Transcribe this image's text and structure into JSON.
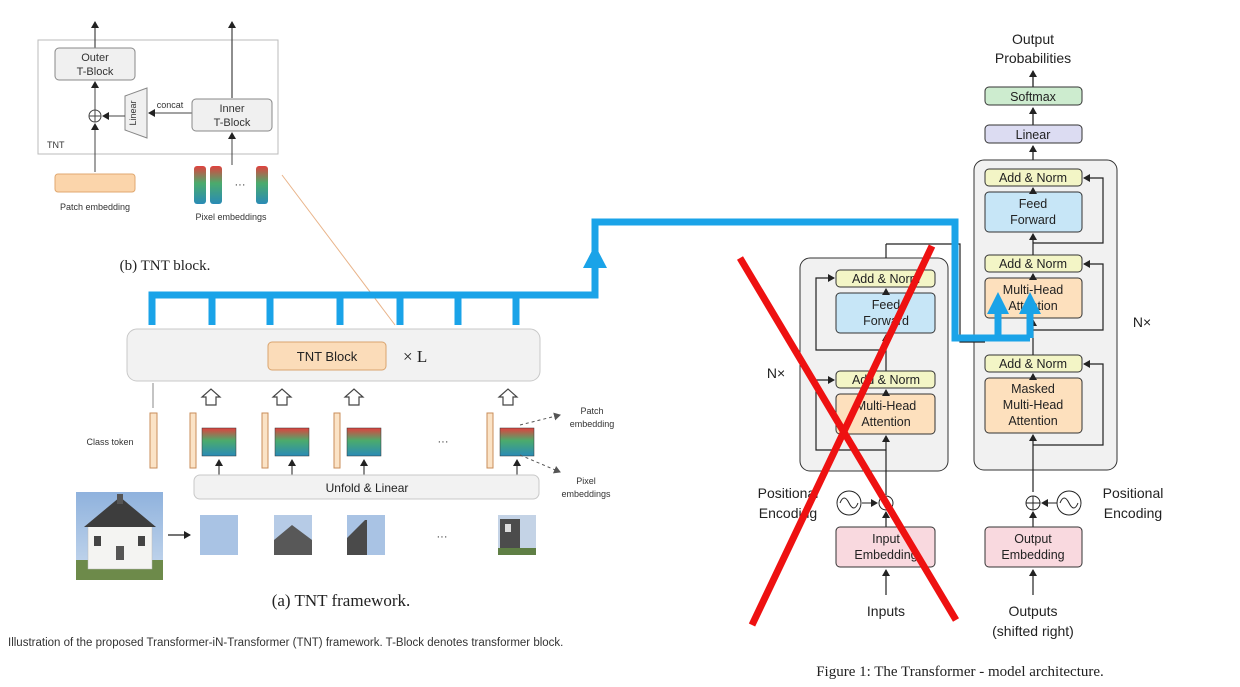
{
  "tnt_block_panel": {
    "outer_block": "Outer T-Block",
    "outer_block_line1": "Outer",
    "outer_block_line2": "T-Block",
    "inner_block_line1": "Inner",
    "inner_block_line2": "T-Block",
    "linear": "Linear",
    "concat": "concat",
    "tnt_label": "TNT",
    "patch_embedding": "Patch embedding",
    "pixel_embeddings": "Pixel embeddings",
    "ellipsis": "···",
    "subcaption": "(b) TNT block."
  },
  "tnt_framework": {
    "block_label": "TNT Block",
    "repeat_label": "× L",
    "class_token": "Class token",
    "patch_embedding_line1": "Patch",
    "patch_embedding_line2": "embedding",
    "pixel_embeddings_line1": "Pixel",
    "pixel_embeddings_line2": "embeddings",
    "unfold_linear": "Unfold & Linear",
    "ellipsis": "···",
    "subcaption": "(a) TNT framework.",
    "caption": "Illustration of the proposed Transformer-iN-Transformer (TNT) framework. T-Block denotes transformer block."
  },
  "transformer": {
    "output_probabilities_line1": "Output",
    "output_probabilities_line2": "Probabilities",
    "softmax": "Softmax",
    "linear": "Linear",
    "add_norm": "Add & Norm",
    "feed_forward_line1": "Feed",
    "feed_forward_line2": "Forward",
    "multi_head_line1": "Multi-Head",
    "multi_head_line2": "Attention",
    "masked_line1": "Masked",
    "masked_line2": "Multi-Head",
    "masked_line3": "Attention",
    "nx_left": "N×",
    "nx_right": "N×",
    "positional_line1": "Positional",
    "positional_line2": "Encoding",
    "input_embedding_line1": "Input",
    "input_embedding_line2": "Embedding",
    "output_embedding_line1": "Output",
    "output_embedding_line2": "Embedding",
    "inputs": "Inputs",
    "outputs_line1": "Outputs",
    "outputs_line2": "(shifted right)",
    "caption": "Figure 1: The Transformer - model architecture."
  },
  "colors": {
    "annotation_blue": "#1aa3e8",
    "cross_red": "#ee1111",
    "add_norm_fill": "#f3f5c6",
    "feed_forward_fill": "#c7e6f7",
    "attention_fill": "#fde0bd",
    "embedding_fill": "#f9d9df",
    "softmax_fill": "#cdeccf",
    "linear_fill": "#dcdcf2",
    "block_bg": "#f1f1f1",
    "tnt_block_fill": "#fbdcb9"
  }
}
